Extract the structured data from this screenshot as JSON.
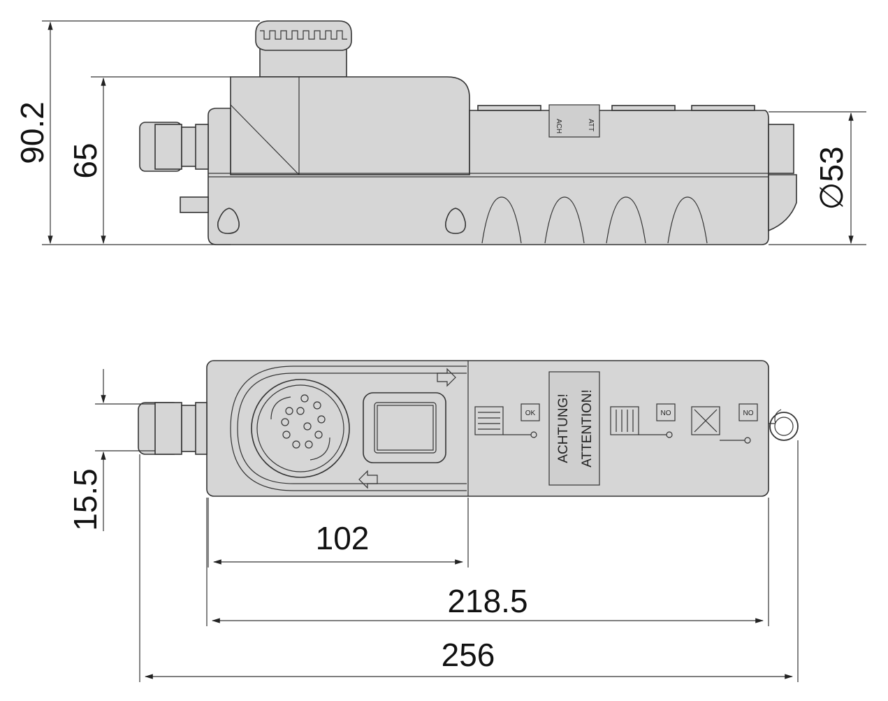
{
  "dimensions": {
    "height_total": "90.2",
    "height_body": "65",
    "diameter": "∅53",
    "offset": "15.5",
    "length_102": "102",
    "length_218": "218.5",
    "length_256": "256"
  },
  "labels": {
    "ok": "OK",
    "no1": "NO",
    "no2": "NO",
    "warning_line1": "ACHTUNG!",
    "warning_line2": "ATTENTION!",
    "side_warning_1": "ACH",
    "side_warning_2": "ATT"
  },
  "colors": {
    "body": "#d6d6d6",
    "outline": "#333333"
  }
}
